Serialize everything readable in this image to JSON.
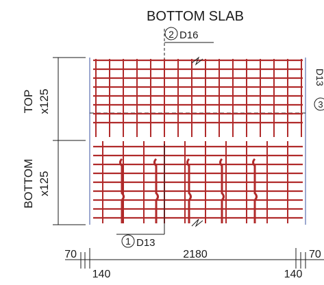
{
  "title": "BOTTOM SLAB",
  "callouts": {
    "top_bar": {
      "number": "2",
      "size": "D16"
    },
    "bottom_bar": {
      "number": "1",
      "size": "D13"
    },
    "right_bar": {
      "number": "3",
      "size": "D13"
    }
  },
  "left_labels": {
    "top_zone": {
      "line1": "TOP",
      "line2": "x125"
    },
    "bottom_zone": {
      "line1": "BOTTOM",
      "line2": "x125"
    }
  },
  "dimensions": {
    "left_outer": "70",
    "left_inner": "140",
    "center": "2180",
    "right_outer": "70",
    "right_inner": "140"
  },
  "colors": {
    "rebar": "#b02a2a",
    "slab_edge": "#5b6fb0",
    "line": "#1a1a1a"
  }
}
